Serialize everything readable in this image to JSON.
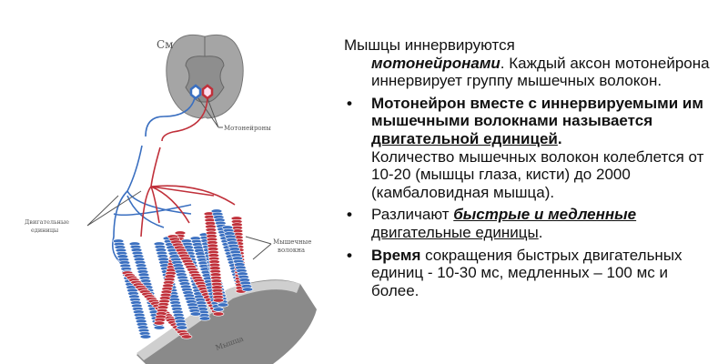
{
  "figure": {
    "labels": {
      "spinal_cord": "См",
      "motoneurons": "Мотонейроны",
      "motor_units_1": "Двигательные",
      "motor_units_2": "единицы",
      "muscle_fibers_1": "Мышечные",
      "muscle_fibers_2": "волокна",
      "muscle": "Мышца"
    },
    "colors": {
      "fast": "#c0303a",
      "slow": "#3a6fc0",
      "cord": "#9a9a9a"
    }
  },
  "text": {
    "intro_1": "Мышцы иннервируются",
    "intro_em": "мотонейронами",
    "intro_2": ". Каждый аксон мотонейрона  иннервирует группу мышечных волокон.",
    "b1_bold": "Мотонейрон вместе с иннервируемыми им мышечными волокнами называется",
    "b1_term": "двигательной единицей",
    "b1_dot": ".",
    "b1_rest": "Количество мышечных волокон колеблется от 10-20 (мышцы глаза, кисти) до 2000 (камбаловидная мышца).",
    "b2_pre": "Различают ",
    "b2_em": "быстрые и медленные",
    "b2_under": "двигательные единицы",
    "b2_dot": ".",
    "b3_bold": "Время",
    "b3_rest": " сокращения быстрых двигательных единиц - 10-30 мс, медленных – 100 мс и более.",
    "bullet": "•"
  }
}
